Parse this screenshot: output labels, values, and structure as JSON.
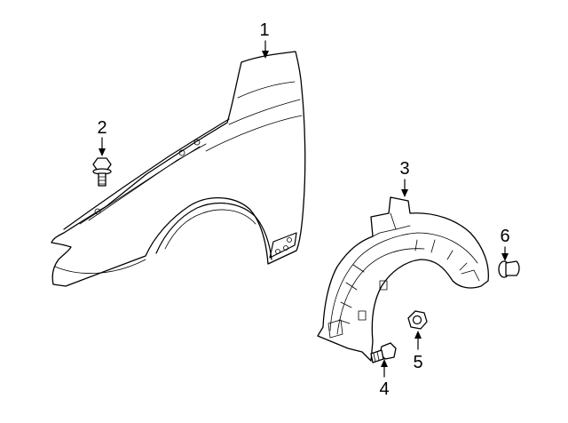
{
  "callouts": [
    {
      "id": 1,
      "label": "1"
    },
    {
      "id": 2,
      "label": "2"
    },
    {
      "id": 3,
      "label": "3"
    },
    {
      "id": 4,
      "label": "4"
    },
    {
      "id": 5,
      "label": "5"
    },
    {
      "id": 6,
      "label": "6"
    }
  ]
}
